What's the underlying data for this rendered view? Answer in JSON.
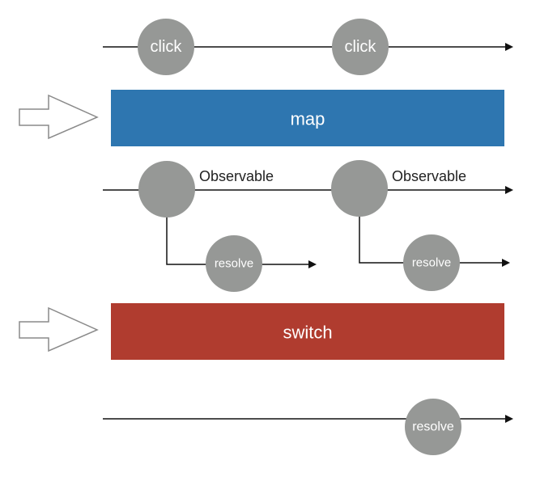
{
  "colors": {
    "line": "#111111",
    "marble": "#969896",
    "marble_text": "#ffffff",
    "map_box": "#2e76b0",
    "switch_box": "#b03c2f",
    "arrow_stroke": "#8a8a8a"
  },
  "timeline_top": {
    "marbles": [
      {
        "label": "click"
      },
      {
        "label": "click"
      }
    ]
  },
  "operator_map": {
    "label": "map",
    "icon": "right-arrow-outline-icon"
  },
  "timeline_mapped": {
    "marbles": [
      {
        "label": "",
        "annotation": "Observable",
        "inner": {
          "label": "resolve"
        }
      },
      {
        "label": "",
        "annotation": "Observable",
        "inner": {
          "label": "resolve"
        }
      }
    ]
  },
  "operator_switch": {
    "label": "switch",
    "icon": "right-arrow-outline-icon"
  },
  "timeline_result": {
    "marbles": [
      {
        "label": "resolve"
      }
    ]
  }
}
